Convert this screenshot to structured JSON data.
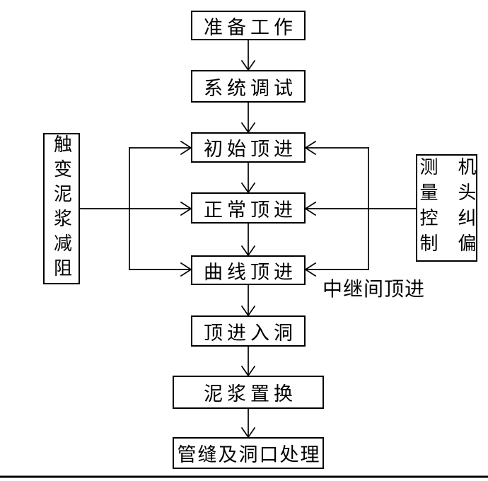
{
  "diagram": {
    "type": "flowchart",
    "language": "zh-CN",
    "colors": {
      "line": "#000000",
      "background": "#ffffff",
      "text": "#000000"
    }
  },
  "flow_boxes": [
    {
      "id": "preparation",
      "label": "准备工作"
    },
    {
      "id": "system-debug",
      "label": "系统调试"
    },
    {
      "id": "initial-jacking",
      "label": "初始顶进"
    },
    {
      "id": "normal-jacking",
      "label": "正常顶进"
    },
    {
      "id": "curve-jacking",
      "label": "曲线顶进"
    },
    {
      "id": "jacking-into-hole",
      "label": "顶进入洞"
    },
    {
      "id": "mud-replacement",
      "label": "泥浆置换"
    },
    {
      "id": "joint-treatment",
      "label": "管缝及洞口处理"
    }
  ],
  "side_boxes": {
    "left": {
      "label": "触变泥浆减阻"
    },
    "right": {
      "col1": "测量控制",
      "col2": "机头纠偏"
    }
  },
  "annotations": {
    "relay_label": "中继间顶进"
  }
}
